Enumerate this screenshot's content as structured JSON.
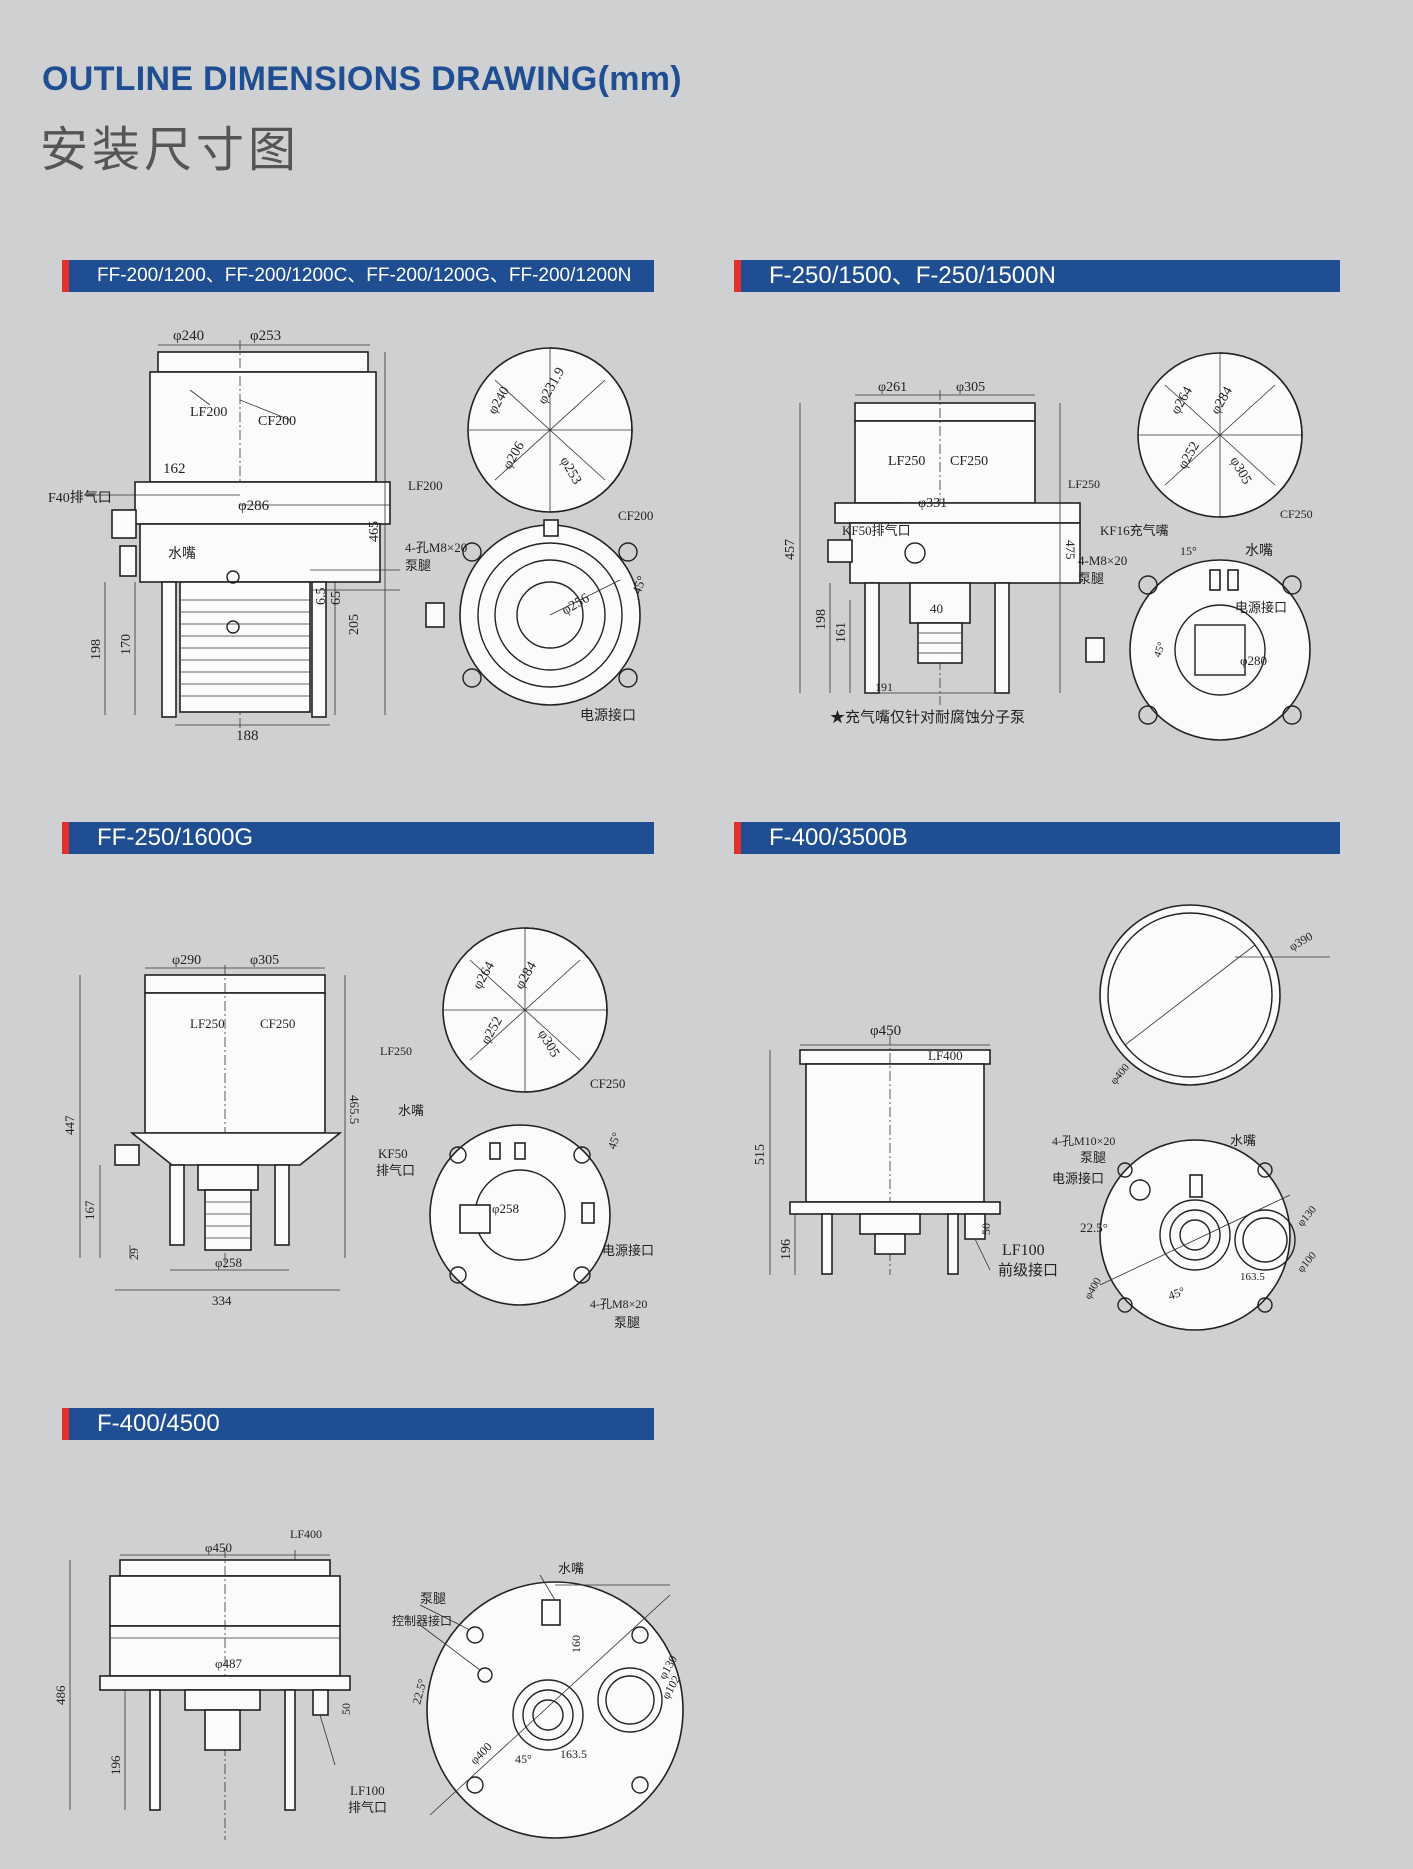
{
  "title_en": "OUTLINE DIMENSIONS DRAWING(mm)",
  "title_cn": "安装尺寸图",
  "sections": [
    {
      "title": "FF-200/1200、FF-200/1200C、FF-200/1200G、FF-200/1200N",
      "labels": {
        "d240": "φ240",
        "d253": "φ253",
        "lf": "LF200",
        "cf": "CF200",
        "w162": "162",
        "d286": "φ286",
        "vent": "F40排气口",
        "water": "水嘴",
        "h465": "465",
        "h205": "205",
        "h65": "65",
        "h6_5": "6.5",
        "h198": "198",
        "h170": "170",
        "w188": "188",
        "t_d240": "φ240",
        "t_d231_9": "φ231.9",
        "t_d206": "φ206",
        "t_d253": "φ253",
        "t_lf": "LF200",
        "t_cf": "CF200",
        "holes": "4-孔M8×20",
        "legs": "泵腿",
        "ang45": "45°",
        "b_d256": "φ256",
        "power": "电源接口"
      }
    },
    {
      "title": "F-250/1500、F-250/1500N",
      "labels": {
        "d261": "φ261",
        "d305": "φ305",
        "lf": "LF250",
        "cf": "CF250",
        "d331": "φ331",
        "vent": "KF50排气口",
        "h457": "457",
        "h475": "475",
        "h198": "198",
        "h161": "161",
        "w40": "40",
        "w191": "191",
        "note": "★充气嘴仅针对耐腐蚀分子泵",
        "t_d264": "φ264",
        "t_d284": "φ284",
        "t_d252": "φ252",
        "t_d305": "φ305",
        "t_lf": "LF250",
        "t_cf": "CF250",
        "kf16": "KF16充气嘴",
        "water": "水嘴",
        "holes": "4-M8×20",
        "legs": "泵腿",
        "power": "电源接口",
        "d280": "φ280",
        "ang15": "15°",
        "ang45": "45°"
      }
    },
    {
      "title": "FF-250/1600G",
      "labels": {
        "d290": "φ290",
        "d305": "φ305",
        "lf": "LF250",
        "cf": "CF250",
        "h447": "447",
        "h465_5": "465.5",
        "h167": "167",
        "h29": "29",
        "w258": "φ258",
        "w334": "334",
        "t_d264": "φ264",
        "t_d284": "φ284",
        "t_d252": "φ252",
        "t_d305": "φ305",
        "t_lf": "LF250",
        "t_cf": "CF250",
        "water": "水嘴",
        "kf50": "KF50",
        "vent": "排气口",
        "ang45": "45°",
        "b_d258": "φ258",
        "power": "电源接口",
        "holes": "4-孔M8×20",
        "legs": "泵腿"
      }
    },
    {
      "title": "F-400/3500B",
      "labels": {
        "d450": "φ450",
        "lf400": "LF400",
        "h515": "515",
        "h196": "196",
        "h50": "50",
        "lf100": "LF100",
        "fore": "前级接口",
        "t_d390": "φ390",
        "t_d400": "φ400",
        "holes": "4-孔M10×20",
        "legs": "泵腿",
        "water": "水嘴",
        "power": "电源接口",
        "ang22_5": "22.5°",
        "ang45": "45°",
        "d130": "φ130",
        "d100": "φ100",
        "w163_5": "163.5",
        "b_d400": "φ400"
      }
    },
    {
      "title": "F-400/4500",
      "labels": {
        "lf400": "LF400",
        "d450": "φ450",
        "d487": "φ487",
        "h486": "486",
        "h196": "196",
        "h50": "50",
        "lf100": "LF100",
        "vent": "排气口",
        "water": "水嘴",
        "legs": "泵腿",
        "ctrl": "控制器接口",
        "h160": "160",
        "ang22_5": "22.5°",
        "d130": "φ130",
        "d102": "φ102",
        "d400": "φ400",
        "ang45": "45°",
        "w163_5": "163.5"
      }
    }
  ]
}
